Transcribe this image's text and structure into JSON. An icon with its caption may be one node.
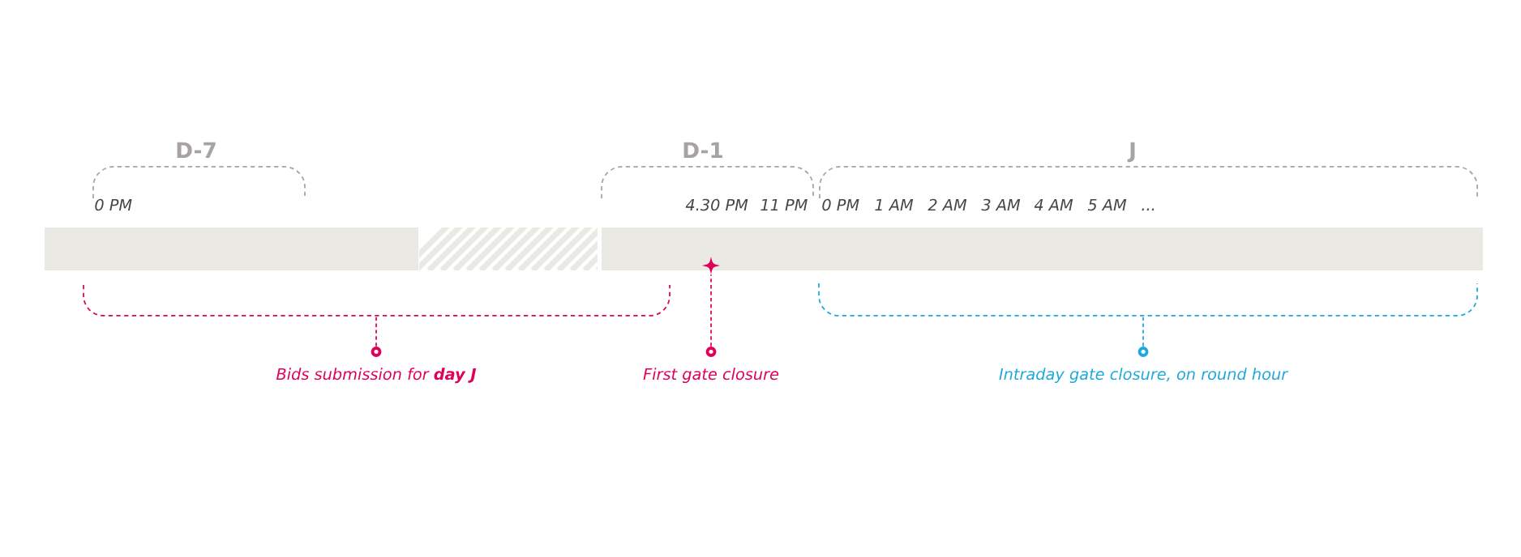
{
  "diagram": {
    "nodes": [
      {
        "text": [
          "Bids submission for **day J**"
        ]
      },
      {
        "text": [],
        "shape": "bracket"
      },
      {
        "text": [
          "First gate closure"
        ]
      },
      {
        "text": [],
        "shape": "star"
      },
      {
        "text": [
          "Intraday gate closure, on round hour"
        ]
      },
      {
        "text": [],
        "shape": "bracket"
      }
    ],
    "edges": [
      {
        "from": 0,
        "to": 1,
        "arrow": "none"
      },
      {
        "from": 2,
        "to": 3,
        "arrow": "none"
      },
      {
        "from": 4,
        "to": 5,
        "arrow": "none",
        "color": "#1ea8dc"
      }
    ],
    "labels": [
      "D-7",
      "D-1",
      "J",
      "0 PM",
      "4.30 PM",
      "11 PM",
      "0 PM",
      "1 AM",
      "2 AM",
      "3 AM",
      "4 AM",
      "5 AM",
      "..."
    ]
  }
}
